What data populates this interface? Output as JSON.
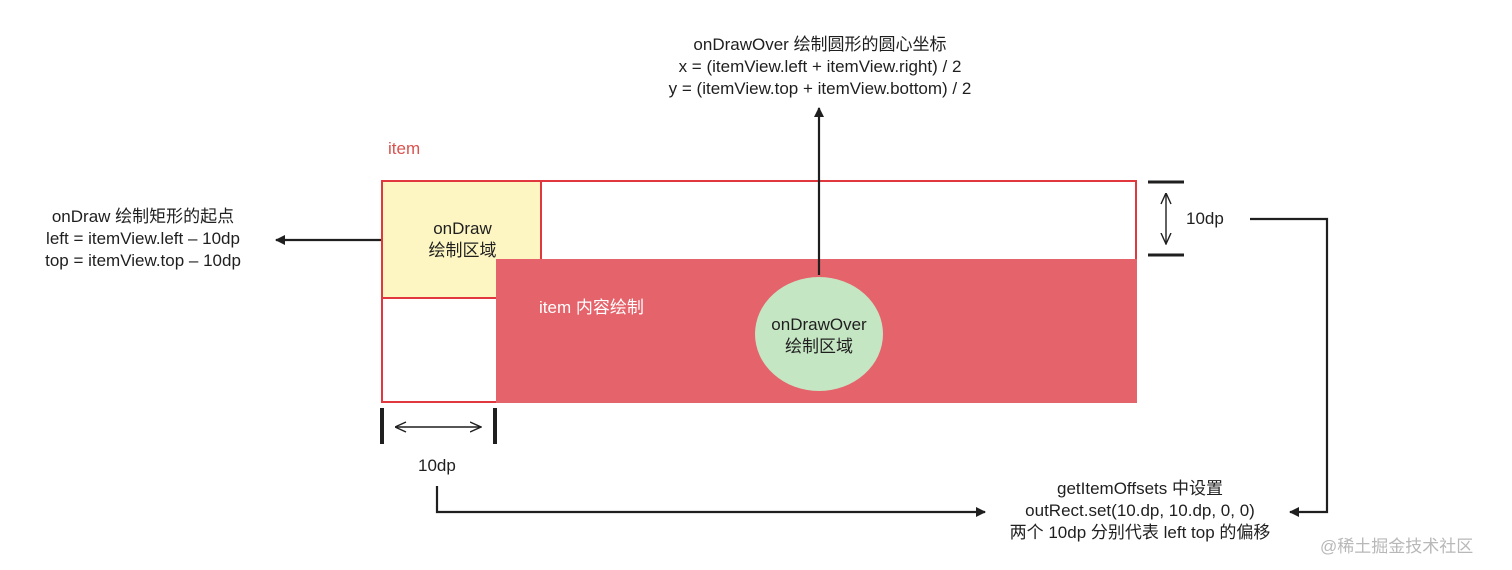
{
  "item_label": "item",
  "ondraw_region": {
    "line1": "onDraw",
    "line2": "绘制区域"
  },
  "content_label": "item 内容绘制",
  "ondrawover_region": {
    "line1": "onDrawOver",
    "line2": "绘制区域"
  },
  "top_note": {
    "line1": "onDrawOver 绘制圆形的圆心坐标",
    "line2": "x = (itemView.left + itemView.right) / 2",
    "line3": "y = (itemView.top + itemView.bottom) / 2"
  },
  "left_note": {
    "line1": "onDraw 绘制矩形的起点",
    "line2": "left = itemView.left – 10dp",
    "line3": "top = itemView.top – 10dp"
  },
  "right_dimension_label": "10dp",
  "bottom_dimension_label": "10dp",
  "bottom_right_note": {
    "line1": "getItemOffsets 中设置",
    "line2": "outRect.set(10.dp, 10.dp, 0, 0)",
    "line3": "两个 10dp 分别代表 left top 的偏移"
  },
  "watermark": "@稀土掘金技术社区",
  "colors": {
    "item_border": "#e0383e",
    "content_fill": "#e5636b",
    "ondraw_fill": "#fdf6c3",
    "ondrawover_fill": "#c5e6c3",
    "item_label": "#d9534f"
  }
}
